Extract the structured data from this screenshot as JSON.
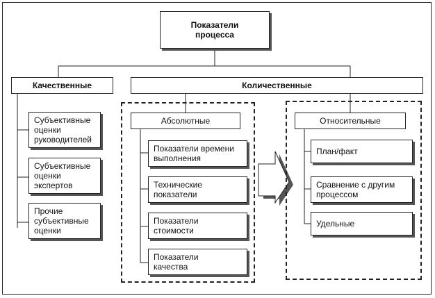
{
  "root": {
    "line1": "Показатели",
    "line2": "процесса"
  },
  "categories": {
    "qualitative": "Качественные",
    "quantitative": "Количественные"
  },
  "qualitative_items": [
    {
      "line1": "Субъективные",
      "line2": "оценки",
      "line3": "руководителей"
    },
    {
      "line1": "Субъективные",
      "line2": "оценки",
      "line3": "экспертов"
    },
    {
      "line1": "Прочие",
      "line2": "субъективные",
      "line3": "оценки"
    }
  ],
  "absolute": {
    "title": "Абсолютные",
    "items": [
      {
        "line1": "Показатели времени",
        "line2": "выполнения"
      },
      {
        "line1": "Технические",
        "line2": "показатели"
      },
      {
        "line1": "Показатели",
        "line2": "стоимости"
      },
      {
        "line1": "Показатели",
        "line2": "качества"
      }
    ]
  },
  "relative": {
    "title": "Относительные",
    "items": [
      {
        "line1": "План/факт",
        "line2": ""
      },
      {
        "line1": "Сравнение с другим",
        "line2": "процессом"
      },
      {
        "line1": "Удельные",
        "line2": ""
      }
    ]
  }
}
